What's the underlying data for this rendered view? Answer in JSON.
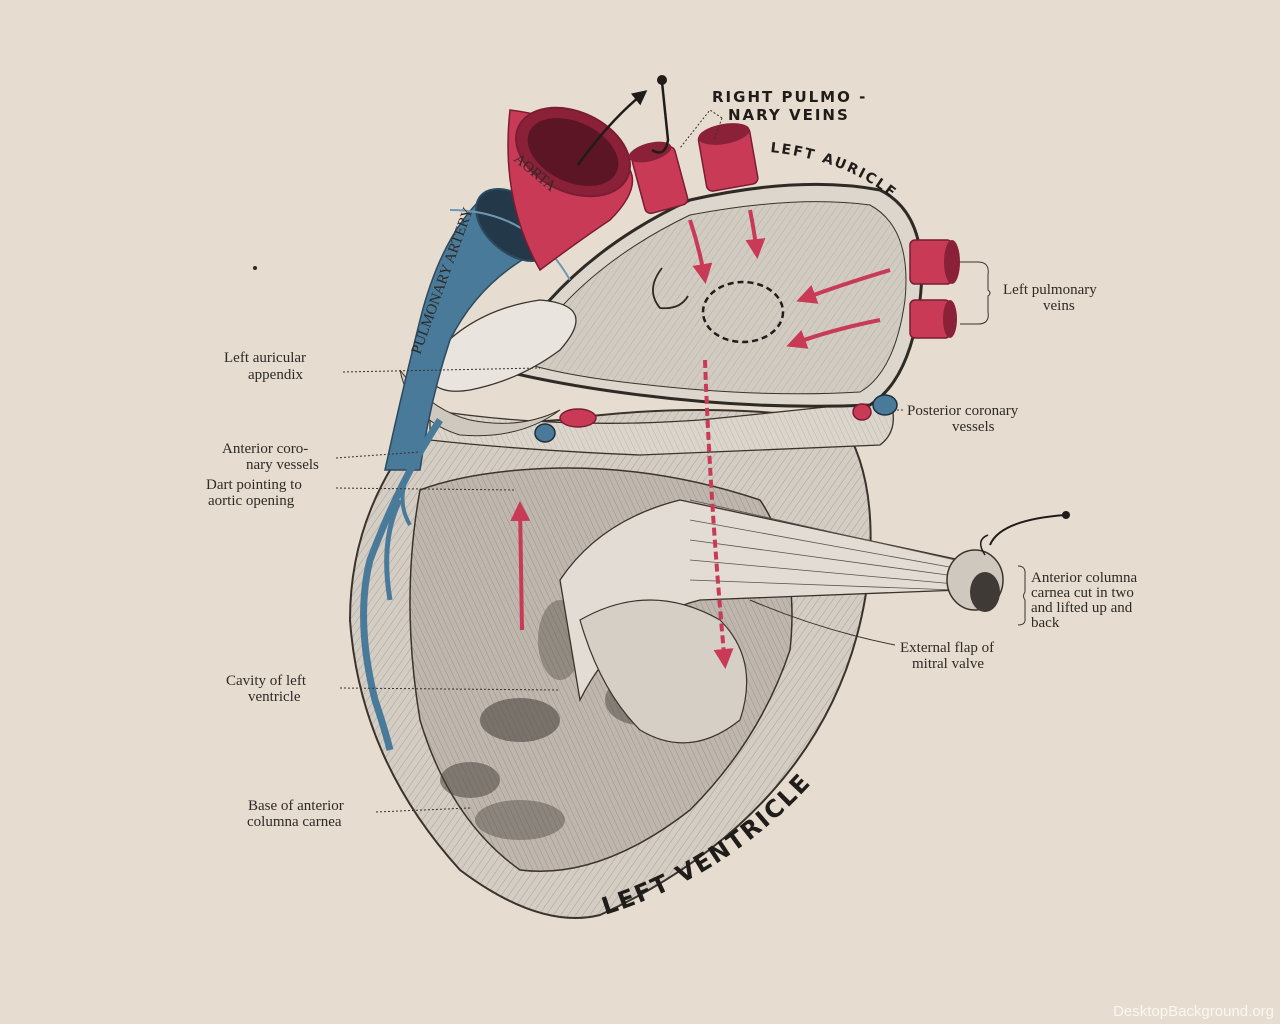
{
  "colors": {
    "background": "#e6ddd0",
    "artery_red": "#c93a57",
    "vein_blue": "#4a7a99",
    "ink": "#2e2a26",
    "tissue": "#d9d3cb"
  },
  "vessel_labels": {
    "aorta": "AORTA",
    "pulmonary_artery": "PULMONARY ARTERY"
  },
  "captions": {
    "right_pulmonary_veins_line1": "RIGHT PULMO -",
    "right_pulmonary_veins_line2": "NARY VEINS",
    "left_auricle": "LEFT AURICLE",
    "left_ventricle": "LEFT VENTRICLE"
  },
  "labels": {
    "left_pulmonary_veins": [
      "Left pulmonary",
      "veins"
    ],
    "left_auricular_appendix": [
      "Left auricular",
      "appendix"
    ],
    "posterior_coronary_vessels": [
      "Posterior coronary",
      "vessels"
    ],
    "anterior_coronary_vessels": [
      "Anterior coro-",
      "nary vessels"
    ],
    "dart_pointing": [
      "Dart pointing to",
      "aortic opening"
    ],
    "anterior_columna": [
      "Anterior columna",
      "carnea cut in two",
      "and lifted up and",
      "back"
    ],
    "external_flap": [
      "External flap of",
      "mitral valve"
    ],
    "cavity_left_ventricle": [
      "Cavity of left",
      "ventricle"
    ],
    "base_anterior_columna": [
      "Base of anterior",
      "columna carnea"
    ]
  },
  "watermark": "DesktopBackground.org"
}
